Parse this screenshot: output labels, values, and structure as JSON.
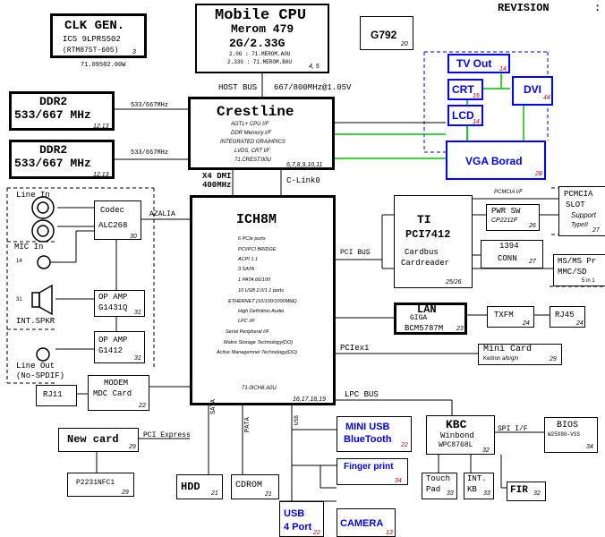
{
  "header": {
    "revision_label": "REVISION",
    "revision_colon": ":"
  },
  "clk": {
    "title": "CLK GEN.",
    "part": "ICS 9LPRS502",
    "alt": "(RTM875T-605)",
    "page": "3",
    "code": "71.09502.00W"
  },
  "cpu": {
    "title": "Mobile CPU",
    "model": "Merom 479",
    "speed": "2G/2.33G",
    "code1": "2.0G : 71.MEROM.A0U",
    "code2": "2.33G : 71.MEROM.B0U",
    "pages": "4, 5"
  },
  "g792": {
    "label": "G792",
    "page": "20"
  },
  "tvout": {
    "label": "TV Out",
    "page": "14"
  },
  "crt": {
    "label": "CRT",
    "page": "15"
  },
  "lcd": {
    "label": "LCD",
    "page": "14"
  },
  "dvi": {
    "label": "DVI",
    "page": "44"
  },
  "vga": {
    "label": "VGA Borad",
    "page": "28"
  },
  "host_bus": {
    "label": "HOST BUS",
    "speed": "667/800MHz@1.05V"
  },
  "ddr2_a": {
    "line1": "DDR2",
    "line2": "533/667 MHz",
    "pages": "12,13",
    "bus": "533/667MHz"
  },
  "ddr2_b": {
    "line1": "DDR2",
    "line2": "533/667 MHz",
    "pages": "12,13",
    "bus": "533/667MHz"
  },
  "crestline": {
    "title": "Crestline",
    "features": [
      "AGTL+ CPU I/F",
      "DDR Memory I/F",
      "INTEGRATED GRAIHPICS",
      "LVDS, CRT I/F"
    ],
    "code": "71.CREST.00U",
    "pages": "6,7,8,9,10,11"
  },
  "dmi": {
    "line1": "X4 DMI",
    "line2": "400MHz",
    "clink": "C-Link0"
  },
  "ich8m": {
    "title": "ICH8M",
    "features": [
      "6 PCIe ports",
      "PCI/PCI BRIDGE",
      "ACPI 1.1",
      "3 SATA",
      "1 PATA 66/100",
      "10 USB 2.0/1.1 ports",
      "ETHERNET (10/100/1000MbE)",
      "High Definition Audio",
      "LPC I/F",
      "Serial Peripheral I/F",
      "Matrix Storage Technology(DO)",
      "Active Managemnet Technology(DO)"
    ],
    "code": "71.0ICH8.A0U",
    "pages": "16,17,18,19"
  },
  "audio": {
    "line_in": "Line In",
    "mic_in": "MIC In",
    "mic_pin": "14",
    "spkr_pin": "31",
    "int_spkr": "INT.SPKR",
    "line_out": "Line Out",
    "no_spdif": "(No-SPDIF)"
  },
  "codec": {
    "title": "Codec",
    "part": "ALC268",
    "page": "30",
    "bus": "AZALIA"
  },
  "opamp1": {
    "title": "OP AMP",
    "part": "G1431Q",
    "page": "31"
  },
  "opamp2": {
    "title": "OP AMP",
    "part": "G1412",
    "page": "31"
  },
  "rj11": {
    "label": "RJ11"
  },
  "modem": {
    "title": "MODEM",
    "sub": "MDC Card",
    "page": "22"
  },
  "newcard": {
    "label": "New card",
    "page": "29",
    "bus": "PCI Express"
  },
  "p2231": {
    "label": "P2231NFC1",
    "page": "29"
  },
  "sata": {
    "label": "SATA"
  },
  "pata": {
    "label": "PATA"
  },
  "usb": {
    "label": "USB"
  },
  "hdd": {
    "label": "HDD",
    "page": "21"
  },
  "cdrom": {
    "label": "CDROM",
    "page": "21"
  },
  "mini_usb": {
    "line1": "MINI USB",
    "line2": "BlueTooth",
    "page": "22"
  },
  "finger": {
    "label": "Finger print",
    "page": "34"
  },
  "usb4": {
    "line1": "USB",
    "line2": "4 Port",
    "page": "22"
  },
  "camera": {
    "label": "CAMERA",
    "page": "13"
  },
  "ti": {
    "title": "TI",
    "part": "PCI7412",
    "sub1": "Cardbus",
    "sub2": "Cardreader",
    "pages": "25/26",
    "bus": "PCI BUS"
  },
  "pwr_sw": {
    "title": "PWR SW",
    "part": "CP2211F",
    "page": "26"
  },
  "pcmcia": {
    "bus": "PCMCIA I/F",
    "line1": "PCMCIA",
    "line2": "SLOT",
    "line3": "Support",
    "line4": "TypeII",
    "page": "27"
  },
  "ieee1394": {
    "title": "1394",
    "sub": "CONN",
    "page": "27"
  },
  "msmmc": {
    "line1": "MS/MS Pr",
    "line2": "MMC/SD",
    "line3": "5 in 1"
  },
  "lan": {
    "title": "LAN",
    "part": "GIGA",
    "chip": "BCM5787M",
    "page": "23"
  },
  "txfm": {
    "label": "TXFM",
    "page": "24"
  },
  "rj45": {
    "label": "RJ45",
    "page": "24"
  },
  "pciex1": {
    "label": "PCIex1"
  },
  "minicard": {
    "title": "Mini Card",
    "sub": "Kedron a/b/g/n",
    "page": "29"
  },
  "lpc": {
    "label": "LPC BUS"
  },
  "kbc": {
    "title": "KBC",
    "vendor": "Winbond",
    "part": "WPC8768L",
    "page": "32",
    "spi": "SPI I/F"
  },
  "bios": {
    "title": "BIOS",
    "part": "W25X80-VSS",
    "page": "34"
  },
  "touchpad": {
    "line1": "Touch",
    "line2": "Pad",
    "page": "33"
  },
  "intkb": {
    "line1": "INT.",
    "line2": "KB",
    "page": "33"
  },
  "fir": {
    "label": "FIR",
    "page": "32"
  }
}
